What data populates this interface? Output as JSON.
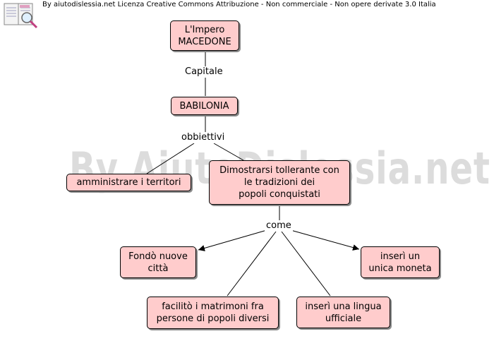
{
  "header": {
    "credit": "By aiutodislessia.net Licenza Creative Commons Attribuzione - Non commerciale - Non opere derivate 3.0 Italia",
    "logo_icon": "book-magnifier-icon"
  },
  "watermark": "By AiutoDislessia.net",
  "colors": {
    "node_fill": "#ffcccc",
    "node_border": "#000000",
    "watermark": "#dcdcdc"
  },
  "nodes": {
    "impero": "L'Impero\nMACEDONE",
    "babilonia": "BABILONIA",
    "amministrare": "amministrare i territori",
    "dimostrarsi": "Dimostrarsi tollerante con\nle tradizioni dei\npopoli conquistati",
    "fondo": "Fondò nuove\ncittà",
    "facilito": "facilitò i matrimoni fra\npersone di popoli diversi",
    "lingua": "inserì una lingua\nufficiale",
    "moneta": "inserì un\nunica moneta"
  },
  "links": {
    "capitale": "Capitale",
    "obbiettivi": "obbiettivi",
    "come": "come"
  }
}
